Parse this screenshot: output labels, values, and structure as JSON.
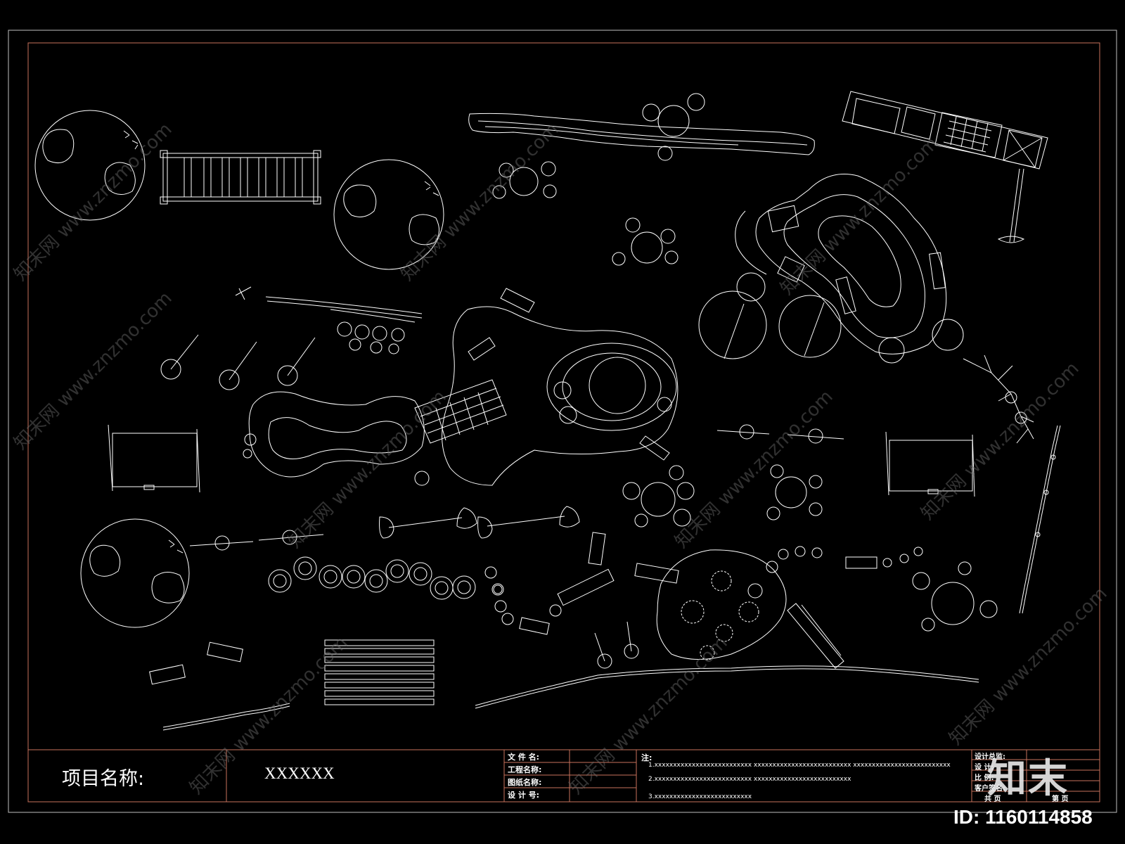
{
  "title_block": {
    "project_label": "项目名称:",
    "project_value": "XXXXXX",
    "fields": [
      "文 件 名:",
      "工程名称:",
      "图纸名称:",
      "设 计 号:"
    ],
    "notes_label": "注:",
    "notes": [
      "1.xxxxxxxxxxxxxxxxxxxxxxxxxx   xxxxxxxxxxxxxxxxxxxxxxxxxx   xxxxxxxxxxxxxxxxxxxxxxxxxx",
      "2.xxxxxxxxxxxxxxxxxxxxxxxxxx   xxxxxxxxxxxxxxxxxxxxxxxxxx",
      "3.xxxxxxxxxxxxxxxxxxxxxxxxxx"
    ],
    "right_fields": [
      "设计总监:",
      "设  计:",
      "比  例:",
      "客户签名:"
    ],
    "sheet_total": "共    页",
    "sheet_no": "第    页"
  },
  "watermark": {
    "logo": "知末",
    "image_id": "ID: 1160114858",
    "site_text": "知末网 www.znzmo.com"
  },
  "colors": {
    "background": "#000000",
    "line": "#ffffff",
    "frame_red": "#c8725c",
    "frame_outer": "#bfbfbf"
  }
}
